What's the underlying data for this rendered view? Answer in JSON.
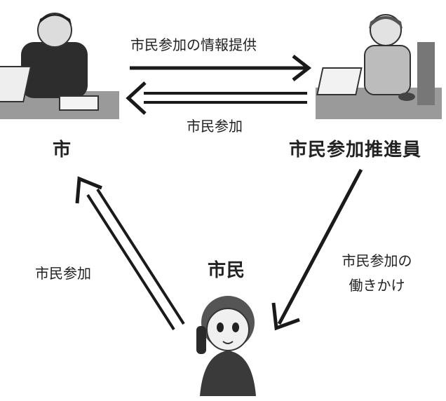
{
  "nodes": {
    "city": {
      "label": "市"
    },
    "promoter": {
      "label": "市民参加推進員"
    },
    "citizen": {
      "label": "市民"
    }
  },
  "edges": {
    "city_to_promoter": {
      "label": "市民参加の情報提供"
    },
    "promoter_to_city": {
      "label": "市民参加"
    },
    "citizen_to_city": {
      "label": "市民参加"
    },
    "promoter_to_citizen": {
      "line1": "市民参加の",
      "line2": "働きかけ"
    }
  },
  "colors": {
    "text": "#222222",
    "line": "#1a1a1a",
    "figure_fill": "#9a9a9a",
    "desk": "#8f8f8f"
  }
}
